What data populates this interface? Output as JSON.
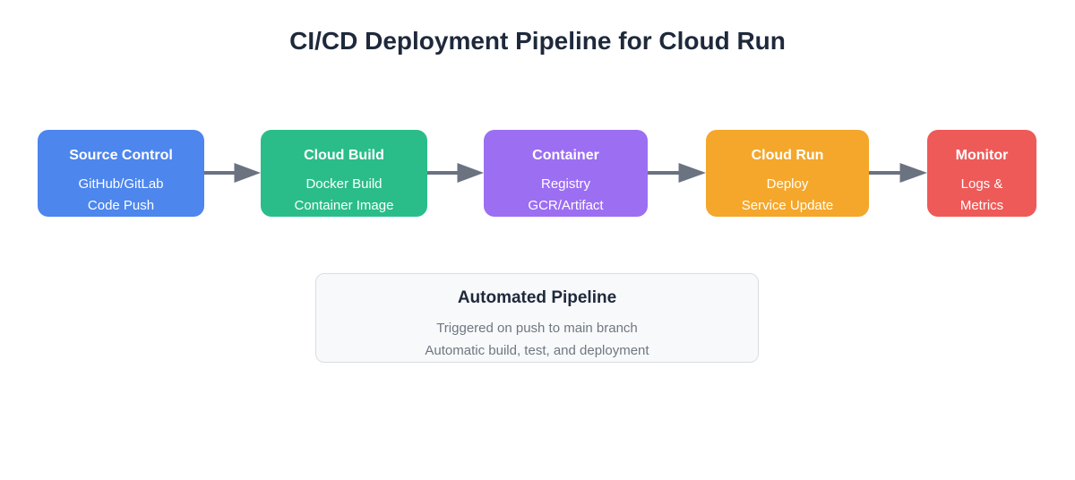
{
  "title": "CI/CD Deployment Pipeline for Cloud Run",
  "colors": {
    "title_text": "#1e293b",
    "node_text": "#ffffff",
    "arrow": "#6b7280",
    "info_bg": "#f8f9fb",
    "info_border": "#d9dee4",
    "info_title_text": "#1e293b",
    "info_body_text": "#6f7781"
  },
  "pipeline": {
    "arrow_color": "#6b7280",
    "nodes": [
      {
        "title": "Source Control",
        "lines": [
          "GitHub/GitLab",
          "Code Push"
        ],
        "color": "#4d86ed"
      },
      {
        "title": "Cloud Build",
        "lines": [
          "Docker Build",
          "Container Image"
        ],
        "color": "#2abd8a"
      },
      {
        "title": "Container",
        "lines": [
          "Registry",
          "GCR/Artifact"
        ],
        "color": "#9c6ef2"
      },
      {
        "title": "Cloud Run",
        "lines": [
          "Deploy",
          "Service Update"
        ],
        "color": "#f4a72b"
      },
      {
        "title": "Monitor",
        "lines": [
          "Logs &",
          "Metrics"
        ],
        "color": "#ee5a58"
      }
    ]
  },
  "info_card": {
    "title": "Automated Pipeline",
    "lines": [
      "Triggered on push to main branch",
      "Automatic build, test, and deployment"
    ]
  }
}
